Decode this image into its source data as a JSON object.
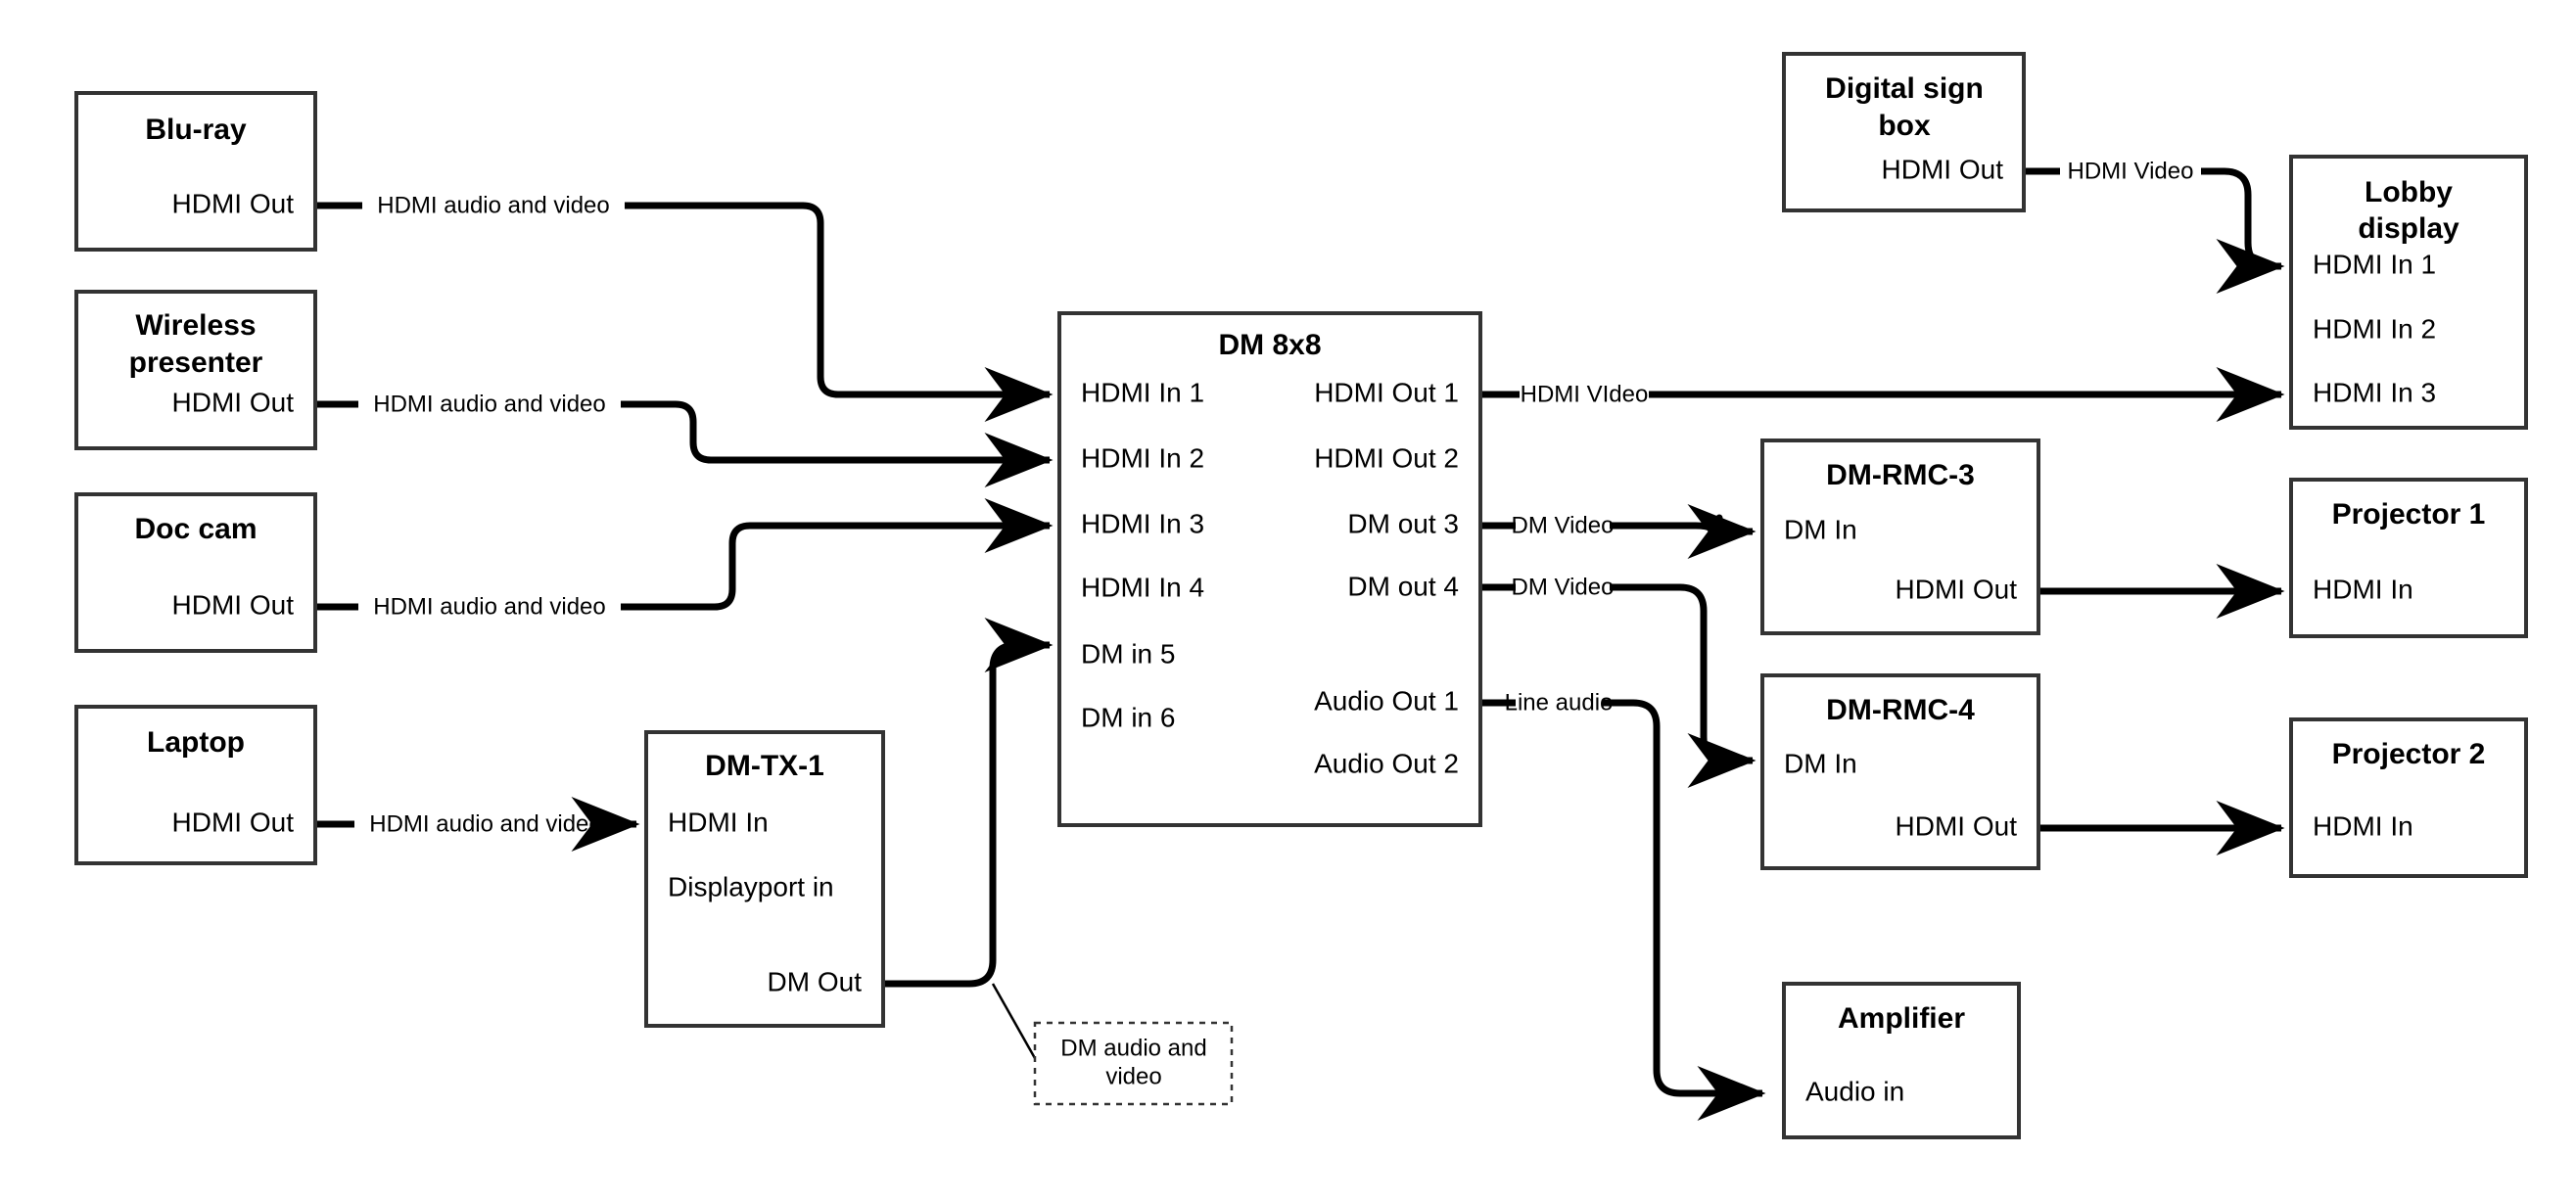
{
  "diagram": {
    "type": "av-signal-flow",
    "background": "#ffffff",
    "line_color": "#000000",
    "box_border_color": "#333333",
    "nodes": [
      {
        "id": "bluray",
        "title": "Blu-ray",
        "ports": [
          {
            "label": "HDMI Out",
            "side": "right"
          }
        ]
      },
      {
        "id": "wireless-presenter",
        "title": "Wireless presenter",
        "title_lines": [
          "Wireless",
          "presenter"
        ],
        "ports": [
          {
            "label": "HDMI Out",
            "side": "right"
          }
        ]
      },
      {
        "id": "doc-cam",
        "title": "Doc cam",
        "ports": [
          {
            "label": "HDMI Out",
            "side": "right"
          }
        ]
      },
      {
        "id": "laptop",
        "title": "Laptop",
        "ports": [
          {
            "label": "HDMI Out",
            "side": "right"
          }
        ]
      },
      {
        "id": "dm-tx-1",
        "title": "DM-TX-1",
        "ports": [
          {
            "label": "HDMI In",
            "side": "left"
          },
          {
            "label": "Displayport in",
            "side": "left"
          },
          {
            "label": "DM Out",
            "side": "right"
          }
        ]
      },
      {
        "id": "dm-8x8",
        "title": "DM 8x8",
        "ports": [
          {
            "label": "HDMI In 1",
            "side": "left"
          },
          {
            "label": "HDMI In 2",
            "side": "left"
          },
          {
            "label": "HDMI In 3",
            "side": "left"
          },
          {
            "label": "HDMI In 4",
            "side": "left"
          },
          {
            "label": "DM in 5",
            "side": "left"
          },
          {
            "label": "DM in 6",
            "side": "left"
          },
          {
            "label": "HDMI Out 1",
            "side": "right"
          },
          {
            "label": "HDMI Out 2",
            "side": "right"
          },
          {
            "label": "DM out 3",
            "side": "right"
          },
          {
            "label": "DM out 4",
            "side": "right"
          },
          {
            "label": "Audio Out 1",
            "side": "right"
          },
          {
            "label": "Audio Out 2",
            "side": "right"
          }
        ]
      },
      {
        "id": "digital-sign-box",
        "title": "Digital sign box",
        "title_lines": [
          "Digital sign",
          "box"
        ],
        "ports": [
          {
            "label": "HDMI Out",
            "side": "right"
          }
        ]
      },
      {
        "id": "lobby-display",
        "title": "Lobby display",
        "title_lines": [
          "Lobby",
          "display"
        ],
        "ports": [
          {
            "label": "HDMI In 1",
            "side": "left"
          },
          {
            "label": "HDMI In 2",
            "side": "left"
          },
          {
            "label": "HDMI In 3",
            "side": "left"
          }
        ]
      },
      {
        "id": "dm-rmc-3",
        "title": "DM-RMC-3",
        "ports": [
          {
            "label": "DM In",
            "side": "left"
          },
          {
            "label": "HDMI Out",
            "side": "right"
          }
        ]
      },
      {
        "id": "dm-rmc-4",
        "title": "DM-RMC-4",
        "ports": [
          {
            "label": "DM In",
            "side": "left"
          },
          {
            "label": "HDMI Out",
            "side": "right"
          }
        ]
      },
      {
        "id": "projector-1",
        "title": "Projector 1",
        "ports": [
          {
            "label": "HDMI In",
            "side": "left"
          }
        ]
      },
      {
        "id": "projector-2",
        "title": "Projector 2",
        "ports": [
          {
            "label": "HDMI In",
            "side": "left"
          }
        ]
      },
      {
        "id": "amplifier",
        "title": "Amplifier",
        "ports": [
          {
            "label": "Audio in",
            "side": "left"
          }
        ]
      }
    ],
    "edges": [
      {
        "id": "e1",
        "from": "bluray.HDMI Out",
        "to": "dm-8x8.HDMI In 1",
        "label": "HDMI audio and video"
      },
      {
        "id": "e2",
        "from": "wireless-presenter.HDMI Out",
        "to": "dm-8x8.HDMI In 2",
        "label": "HDMI audio and video"
      },
      {
        "id": "e3",
        "from": "doc-cam.HDMI Out",
        "to": "dm-8x8.HDMI In 3",
        "label": "HDMI audio and video"
      },
      {
        "id": "e4",
        "from": "laptop.HDMI Out",
        "to": "dm-tx-1.HDMI In",
        "label": "HDMI audio and video"
      },
      {
        "id": "e5",
        "from": "dm-tx-1.DM Out",
        "to": "dm-8x8.DM in 5",
        "label": "DM audio and video",
        "label_style": "callout-dashed"
      },
      {
        "id": "e6",
        "from": "dm-8x8.HDMI Out 1",
        "to": "lobby-display.HDMI In 3",
        "label": "HDMI VIdeo"
      },
      {
        "id": "e7",
        "from": "dm-8x8.DM out 3",
        "to": "dm-rmc-3.DM In",
        "label": "DM Video"
      },
      {
        "id": "e8",
        "from": "dm-8x8.DM out 4",
        "to": "dm-rmc-4.DM In",
        "label": "DM Video"
      },
      {
        "id": "e9",
        "from": "dm-8x8.Audio Out 1",
        "to": "amplifier.Audio in",
        "label": "Line audio"
      },
      {
        "id": "e10",
        "from": "digital-sign-box.HDMI Out",
        "to": "lobby-display.HDMI In 1",
        "label": "HDMI Video"
      },
      {
        "id": "e11",
        "from": "dm-rmc-3.HDMI Out",
        "to": "projector-1.HDMI In",
        "label": ""
      },
      {
        "id": "e12",
        "from": "dm-rmc-4.HDMI Out",
        "to": "projector-2.HDMI In",
        "label": ""
      }
    ],
    "notes": [
      {
        "id": "dm-av-note",
        "text_lines": [
          "DM audio and",
          "video"
        ],
        "text": "DM audio and video",
        "style": "dashed-callout"
      }
    ]
  }
}
